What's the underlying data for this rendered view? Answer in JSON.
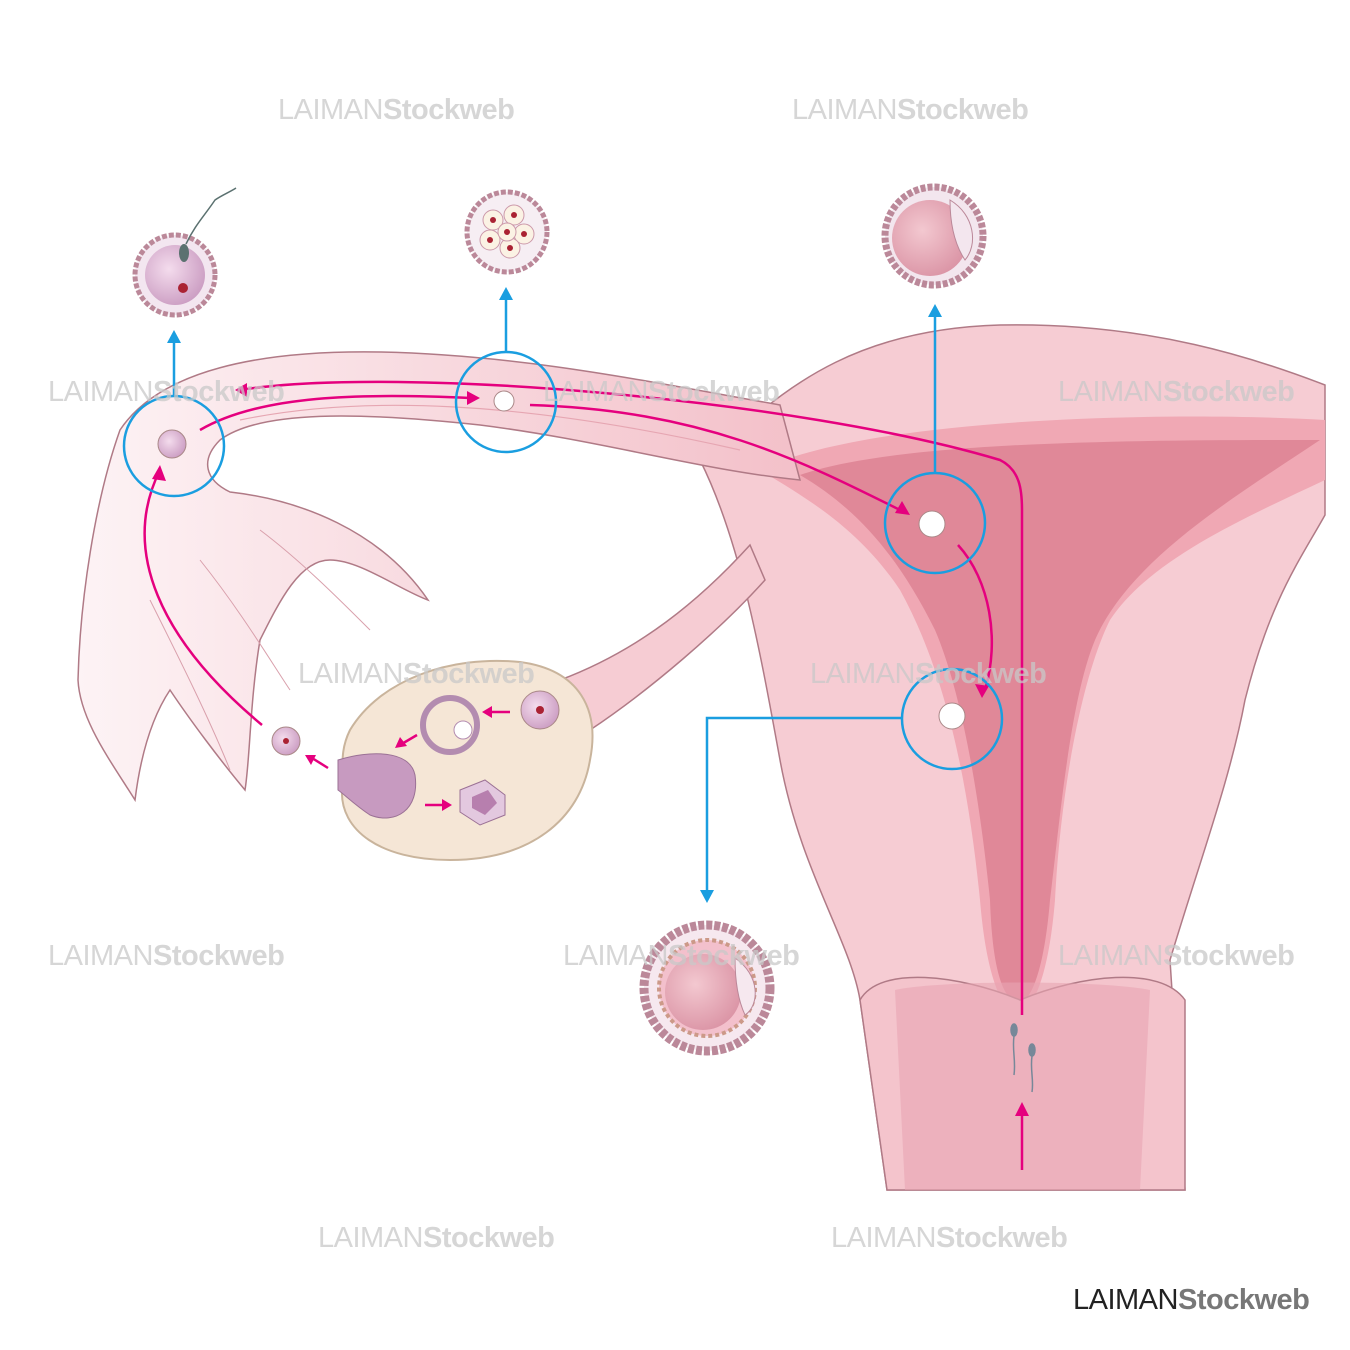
{
  "watermark": {
    "part1": "LAIMAN",
    "part2": "Stockweb"
  },
  "logo": {
    "part1": "LAIMAN",
    "part2": "Stockweb"
  },
  "colors": {
    "tissue_light": "#f6ccd3",
    "tissue_mid": "#f0a8b4",
    "endometrium": "#e08898",
    "ovary": "#f5e6d6",
    "callout_blue": "#1a9ee0",
    "path_magenta": "#e5007e"
  }
}
